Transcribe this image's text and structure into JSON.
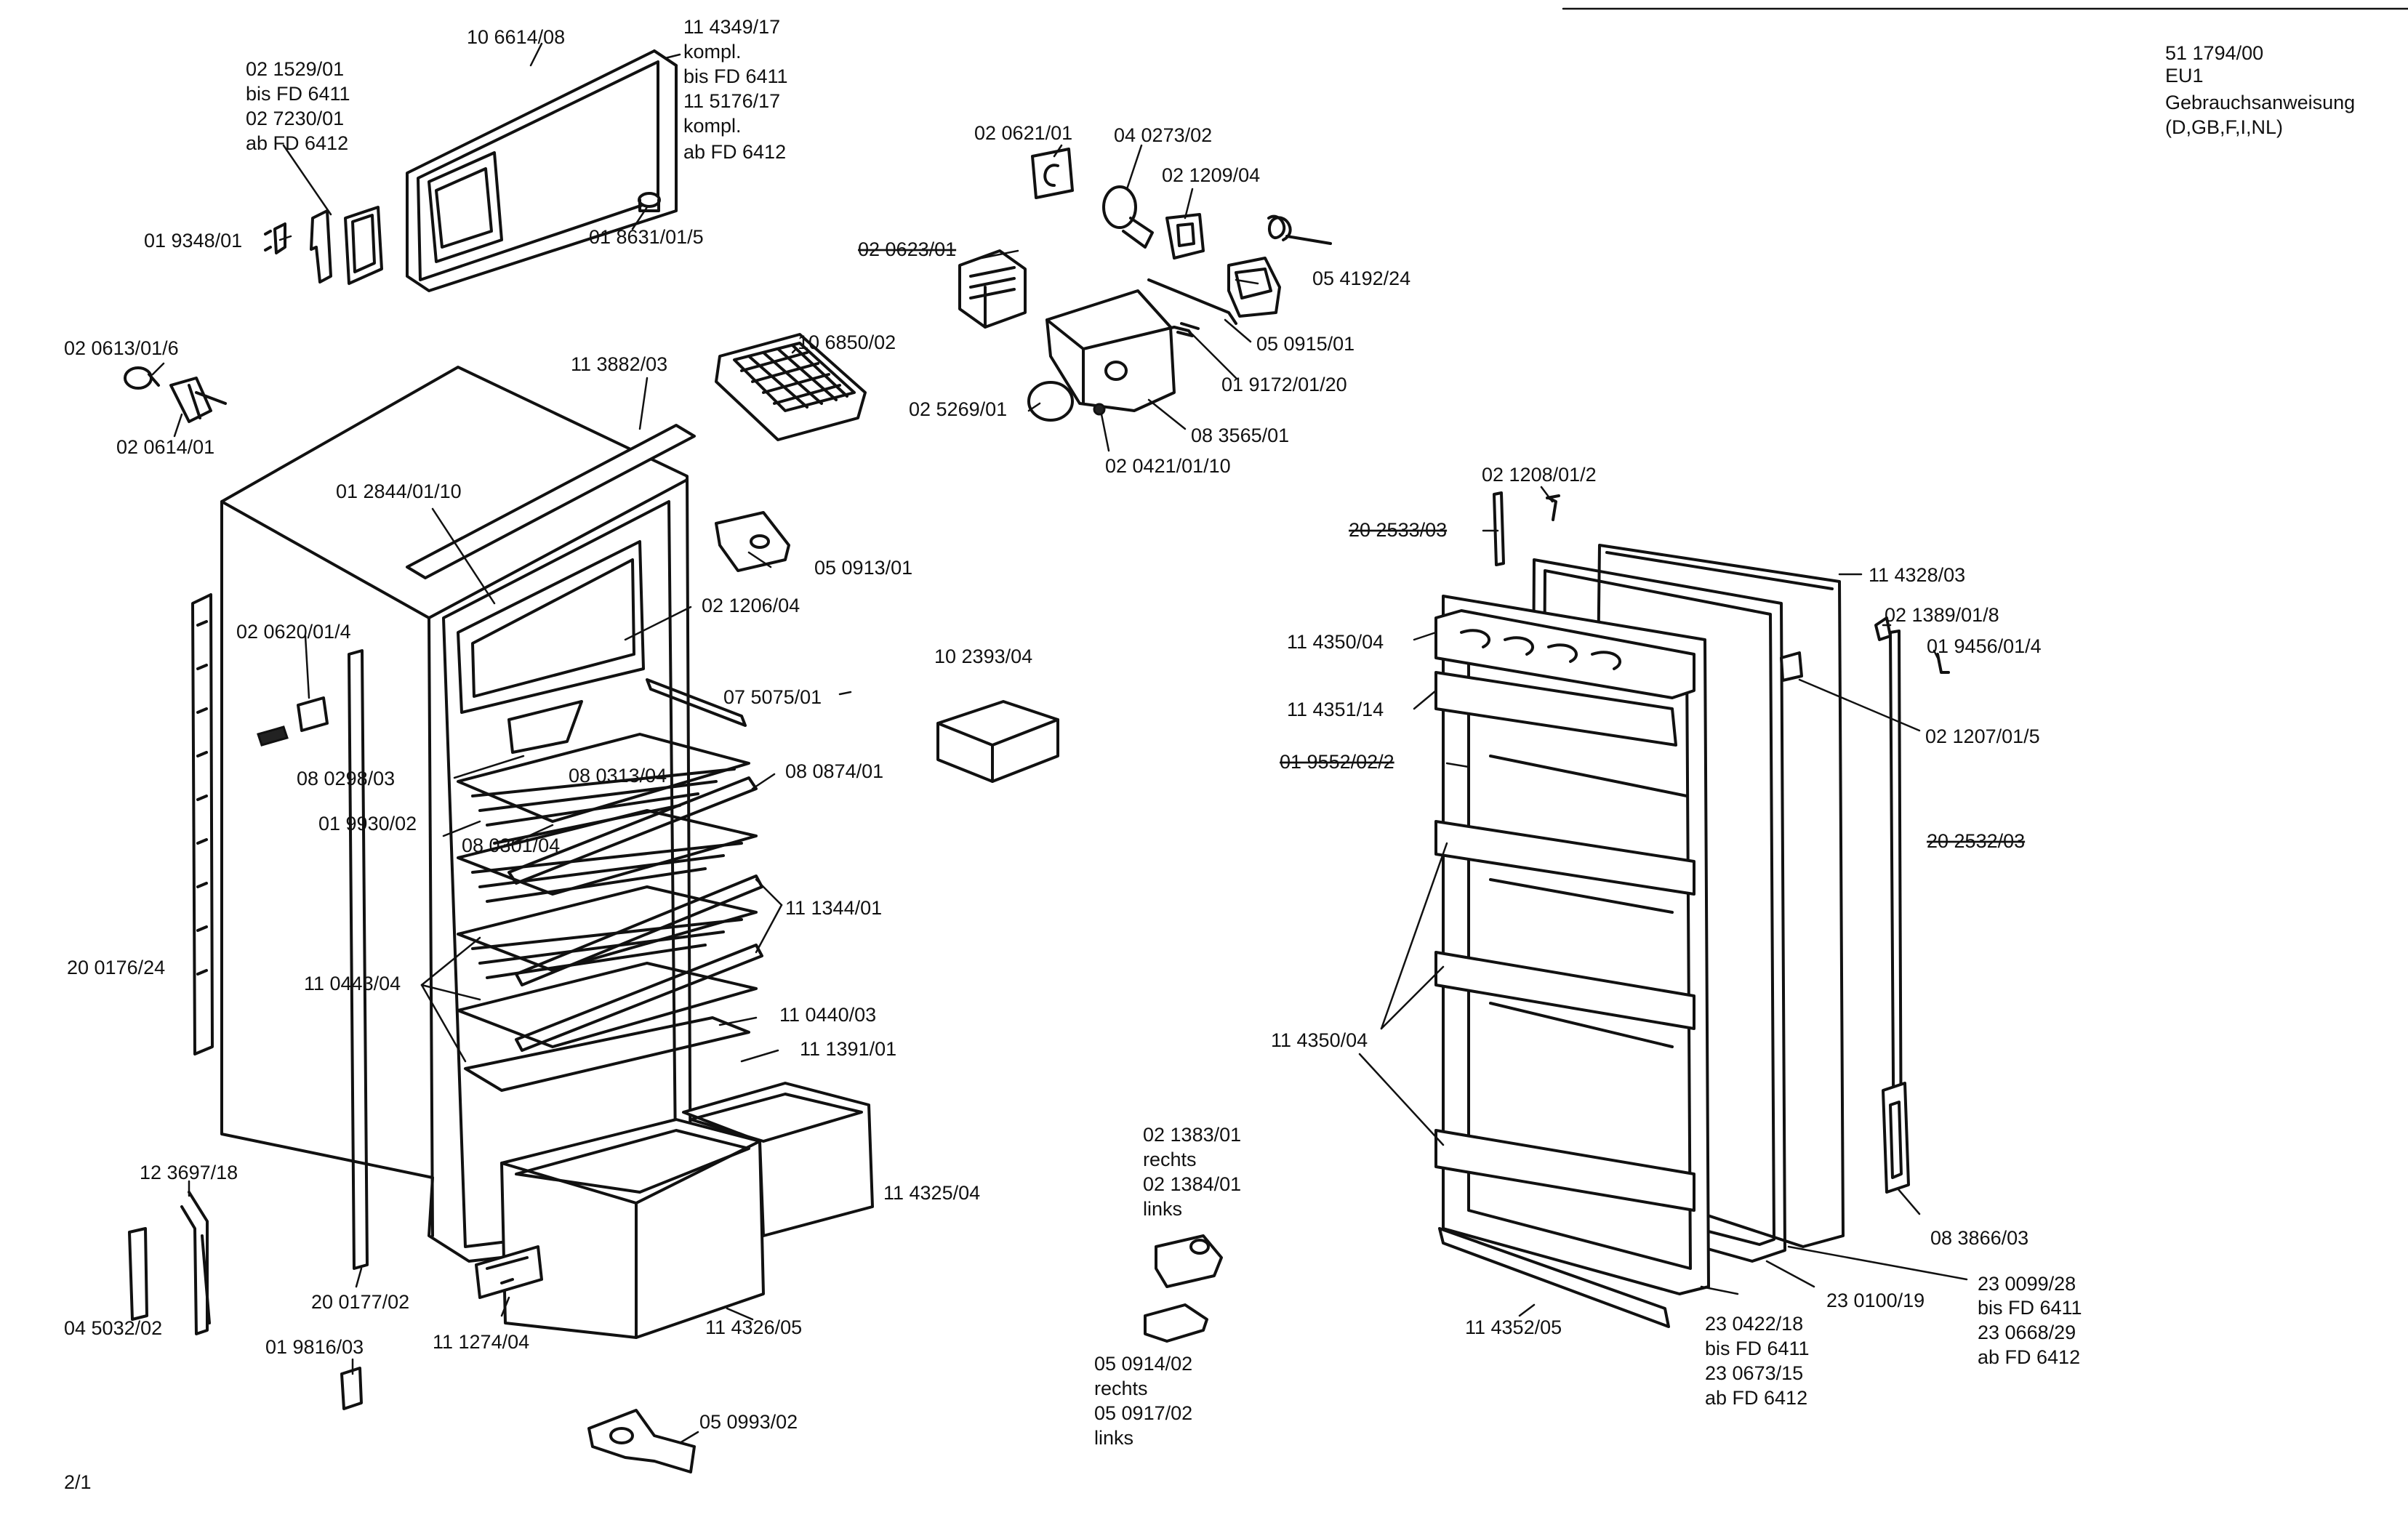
{
  "header": {
    "doc_number": "51 1794/00",
    "variant": "EU1",
    "manual_title": "Gebrauchsanweisung",
    "manual_languages": "(D,GB,F,I,NL)"
  },
  "page_number": "2/1",
  "labels": {
    "p106614": "10 6614/08",
    "p114349a": "11 4349/17",
    "p114349b": "kompl.",
    "p114349c": "bis FD 6411",
    "p115176a": "11 5176/17",
    "p115176b": "kompl.",
    "p115176c": "ab FD 6412",
    "p021529a": "02 1529/01",
    "p021529b": "bis FD 6411",
    "p027230a": "02 7230/01",
    "p027230b": "ab FD 6412",
    "p019348": "01 9348/01",
    "p018631": "01 8631/01/5",
    "p020613": "02 0613/01/6",
    "p020614": "02 0614/01",
    "p113882": "11 3882/03",
    "p106850": "10 6850/02",
    "p012844": "01 2844/01/10",
    "p020620": "02 0620/01/4",
    "p021206": "02 1206/04",
    "p050913": "05 0913/01",
    "p102393": "10 2393/04",
    "p075075": "07 5075/01",
    "p080298": "08 0298/03",
    "p080313": "08 0313/04",
    "p080874": "08 0874/01",
    "p019930": "01 9930/02",
    "p080301": "08 0301/04",
    "p111344": "11 1344/01",
    "p200176": "20 0176/24",
    "p110443": "11 0443/04",
    "p110440": "11 0440/03",
    "p111391": "11 1391/01",
    "p114325": "11 4325/04",
    "p123697": "12 3697/18",
    "p045032": "04 5032/02",
    "p200177": "20 0177/02",
    "p111274": "11 1274/04",
    "p019816": "01 9816/03",
    "p114326": "11 4326/05",
    "p050993": "05 0993/02",
    "p020621": "02 0621/01",
    "p040273": "04 0273/02",
    "p021209": "02 1209/04",
    "p020623": "02 0623/01",
    "p054192": "05 4192/24",
    "p050915": "05 0915/01",
    "p019172": "01 9172/01/20",
    "p025269": "02 5269/01",
    "p083565": "08 3565/01",
    "p020421": "02 0421/01/10",
    "p021383": "02 1383/01",
    "rechts1": "rechts",
    "p021384": "02 1384/01",
    "links1": "links",
    "p050914": "05 0914/02",
    "rechts2": "rechts",
    "p050917": "05 0917/02",
    "links2": "links",
    "p021208": "02 1208/01/2",
    "p202533": "20 2533/03",
    "p114328": "11 4328/03",
    "p021389": "02 1389/01/8",
    "p019456": "01 9456/01/4",
    "p114350a": "11 4350/04",
    "p114351": "11 4351/14",
    "p021207": "02 1207/01/5",
    "p019552": "01 9552/02/2",
    "p202532": "20 2532/03",
    "p114350b": "11 4350/04",
    "p083866": "08 3866/03",
    "p230099": "23 0099/28",
    "bis230099": "bis FD 6411",
    "p230668": "23 0668/29",
    "ab230668": "ab FD 6412",
    "p230100": "23 0100/19",
    "p230422": "23 0422/18",
    "bis230422": "bis FD 6411",
    "p230673": "23 0673/15",
    "ab230673": "ab FD 6412",
    "p114352": "11 4352/05"
  }
}
